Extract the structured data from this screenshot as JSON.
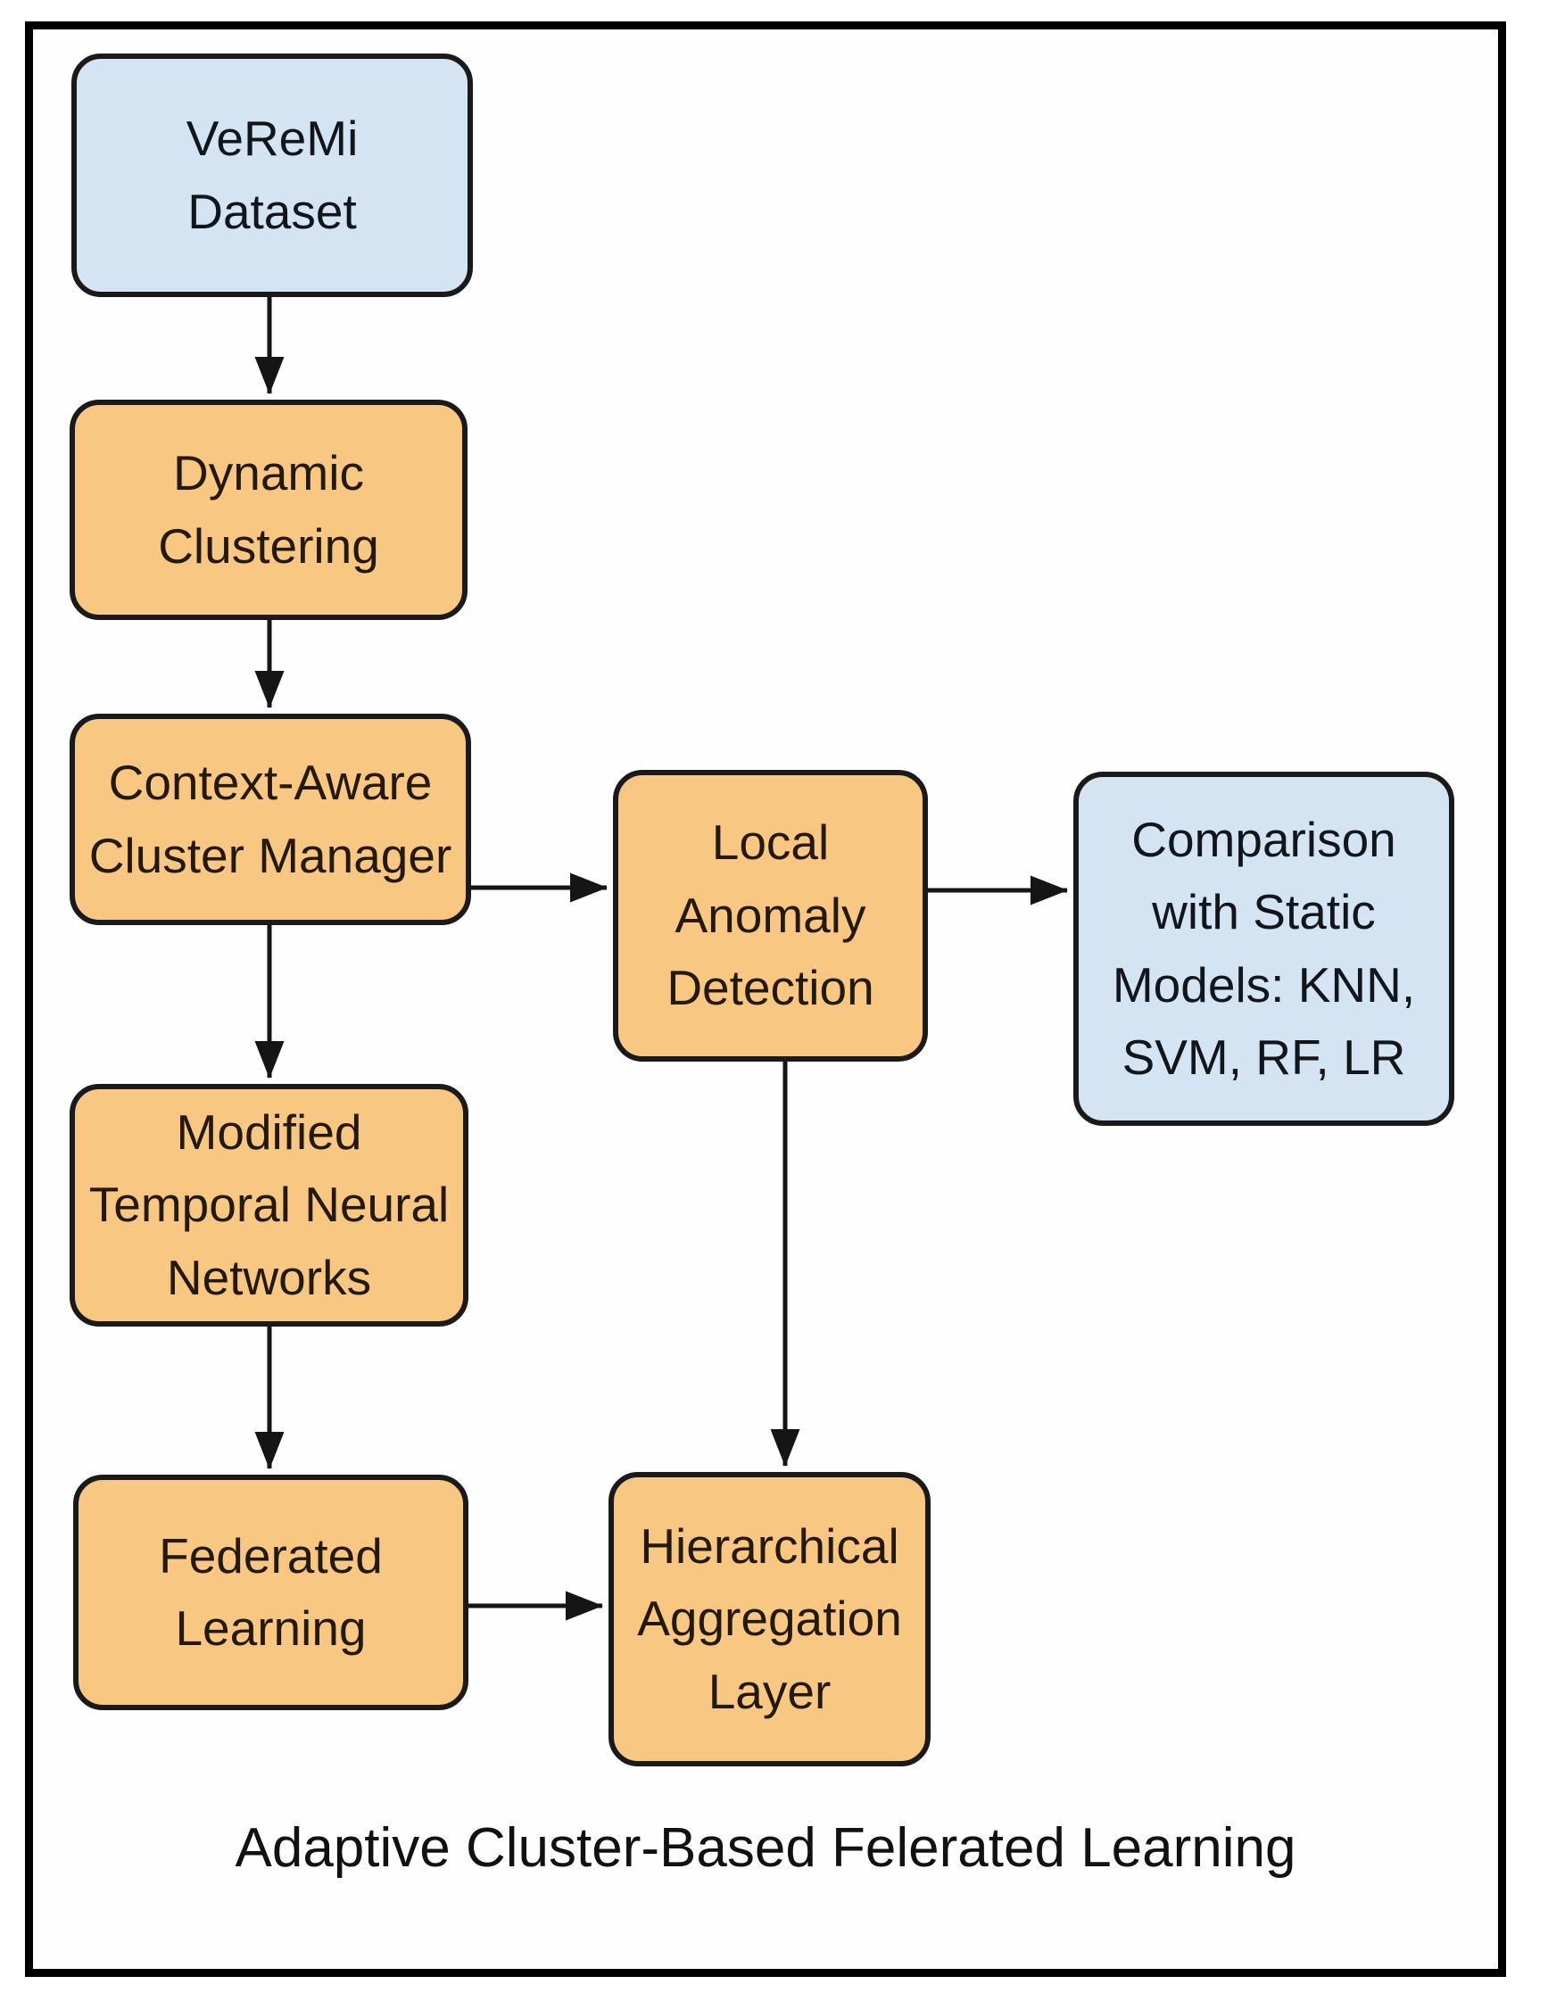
{
  "figure": {
    "caption": "Adaptive Cluster-Based Felerated Learning"
  },
  "colors": {
    "background": "#FFFFFF",
    "frame_border": "#000000",
    "process_box_fill": "#F8C882",
    "dataset_box_fill": "#D5E4F3",
    "box_border": "#1A1A1A",
    "arrow": "#151515",
    "text": "#161616"
  },
  "nodes": {
    "veremi": {
      "label": "VeReMi\nDataset"
    },
    "dynamic": {
      "label": "Dynamic\nClustering"
    },
    "context": {
      "label": "Context-Aware\nCluster Manager"
    },
    "modified": {
      "label": "Modified\nTemporal Neural\nNetworks"
    },
    "federated": {
      "label": "Federated\nLearning"
    },
    "local_anomaly": {
      "label": "Local\nAnomaly\nDetection"
    },
    "hierarchical": {
      "label": "Hierarchical\nAggregation\nLayer"
    },
    "comparison": {
      "label": "Comparison\nwith Static\nModels: KNN,\nSVM, RF, LR"
    }
  },
  "edges": [
    {
      "from": "VeReMi Dataset",
      "to": "Dynamic Clustering"
    },
    {
      "from": "Dynamic Clustering",
      "to": "Context-Aware Cluster Manager"
    },
    {
      "from": "Context-Aware Cluster Manager",
      "to": "Modified Temporal Neural Networks"
    },
    {
      "from": "Context-Aware Cluster Manager",
      "to": "Local Anomaly Detection"
    },
    {
      "from": "Local Anomaly Detection",
      "to": "Comparison with Static Models: KNN, SVM, RF, LR"
    },
    {
      "from": "Local Anomaly Detection",
      "to": "Hierarchical Aggregation Layer"
    },
    {
      "from": "Modified Temporal Neural Networks",
      "to": "Federated Learning"
    },
    {
      "from": "Federated Learning",
      "to": "Hierarchical Aggregation Layer"
    }
  ]
}
